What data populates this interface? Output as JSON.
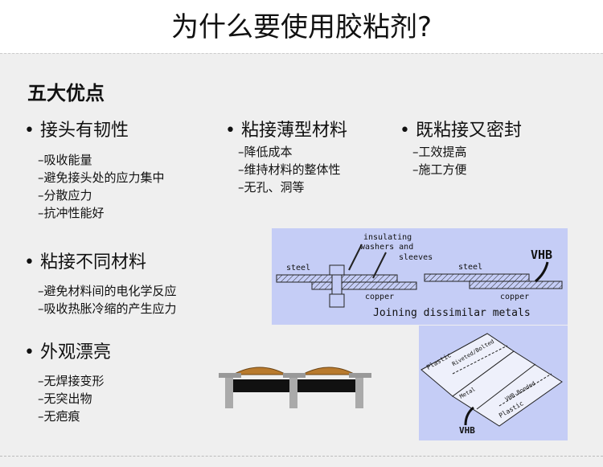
{
  "title": "为什么要使用胶粘剂?",
  "heading": "五大优点",
  "bullet": "•",
  "points": [
    {
      "label": "接头有韧性",
      "items": [
        "–吸收能量",
        "–避免接头处的应力集中",
        "–分散应力",
        "–抗冲性能好"
      ]
    },
    {
      "label": "粘接薄型材料",
      "items": [
        "–降低成本",
        "–维持材料的整体性",
        "–无孔、洞等"
      ]
    },
    {
      "label": "既粘接又密封",
      "items": [
        "–工效提高",
        "–施工方便"
      ]
    },
    {
      "label": "粘接不同材料",
      "items": [
        "–避免材料间的电化学反应",
        "–吸收热胀冷缩的产生应力"
      ]
    },
    {
      "label": "外观漂亮",
      "items": [
        "–无焊接变形",
        "–无突出物",
        "–无疤痕"
      ]
    }
  ],
  "diagram1": {
    "insulating": "insulating",
    "washers": "washers and",
    "sleeves": "sleeves",
    "steel": "steel",
    "copper": "copper",
    "vhb": "VHB",
    "caption": "Joining dissimilar metals"
  },
  "diagram2": {
    "plastic": "Plastic",
    "riveted": "Riveted/Bolted",
    "metal": "Metal",
    "bonded": "VHB-Bonded",
    "vhb": "VHB"
  },
  "colors": {
    "diagram_bg": "#c5cdf6",
    "panel_bg": "#efefef"
  }
}
